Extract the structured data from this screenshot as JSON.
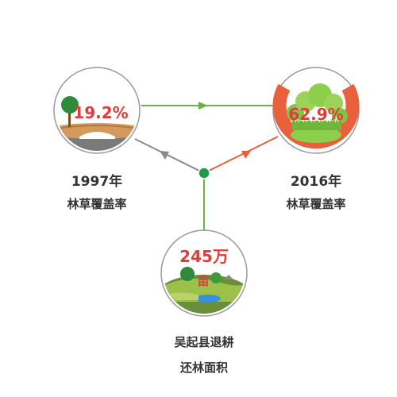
{
  "nodes": {
    "left": {
      "value": "19.2%",
      "year": "1997年",
      "caption": "林草覆盖率"
    },
    "right": {
      "value": "62.9%",
      "year": "2016年",
      "caption": "林草覆盖率"
    },
    "bottom": {
      "value": "245万",
      "unit": "亩",
      "caption_line1": "吴起县退耕",
      "caption_line2": "还林面积"
    }
  },
  "colors": {
    "green": "#6db33f",
    "red": "#e8603c",
    "gray": "#8a8a8a",
    "value_red": "#e23b3b",
    "hub": "#1e9b46"
  }
}
